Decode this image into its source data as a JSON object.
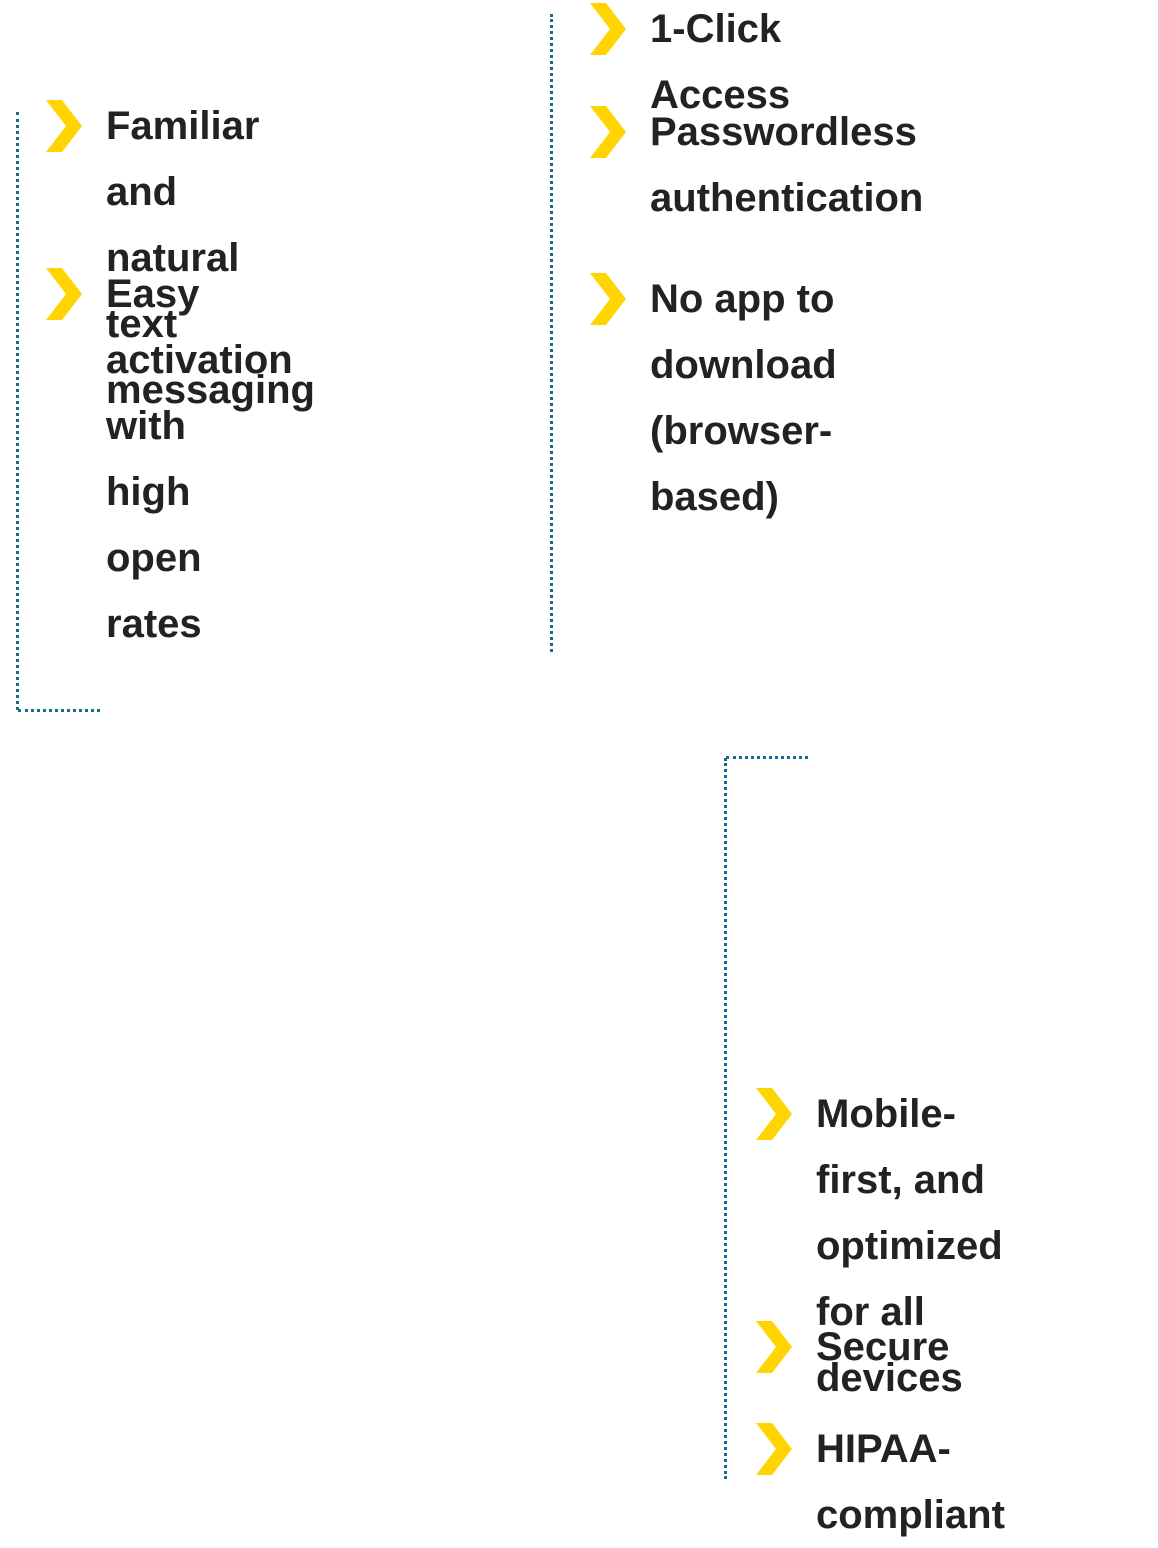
{
  "colors": {
    "accent": "#FFD400",
    "line": "#1a6b8a",
    "text": "#222222"
  },
  "group_left": {
    "items": [
      {
        "icon": "chevron-right-icon",
        "label": "Familiar and natural\ntext messaging"
      },
      {
        "icon": "chevron-right-icon",
        "label": "Easy activation with\nhigh open rates"
      }
    ]
  },
  "group_middle": {
    "items": [
      {
        "icon": "chevron-right-icon",
        "label": "1-Click Access"
      },
      {
        "icon": "chevron-right-icon",
        "label": "Passwordless\nauthentication"
      },
      {
        "icon": "chevron-right-icon",
        "label": "No app to download\n(browser-based)"
      }
    ]
  },
  "group_bottom": {
    "items": [
      {
        "icon": "chevron-right-icon",
        "label": "Mobile-first, and\noptimized for all\ndevices"
      },
      {
        "icon": "chevron-right-icon",
        "label": "Secure"
      },
      {
        "icon": "chevron-right-icon",
        "label": "HIPAA-compliant"
      }
    ]
  }
}
